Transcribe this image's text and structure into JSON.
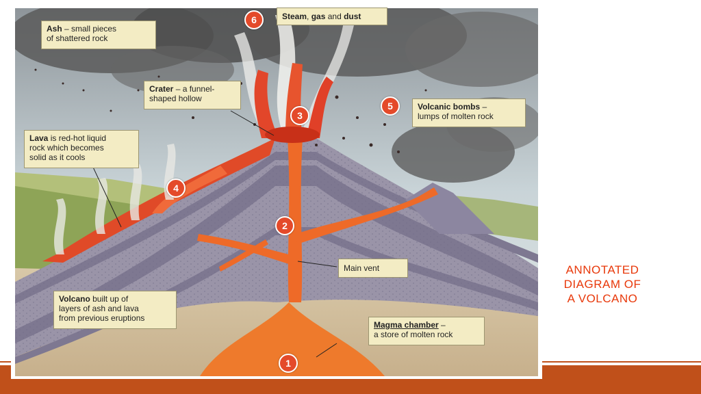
{
  "slide": {
    "title_lines": [
      "ANNOTATED",
      "DIAGRAM OF",
      "A VOLCANO"
    ],
    "accent_color": "#c0501a",
    "title_color": "#e8380a"
  },
  "diagram": {
    "labels": {
      "ash": {
        "term": "Ash",
        "desc_1": " – small pieces",
        "desc_2": "of shattered rock"
      },
      "steam": {
        "t1": "Steam",
        "t2": ", ",
        "t3": "gas",
        "t4": " and ",
        "t5": "dust"
      },
      "crater": {
        "term": "Crater",
        "desc_1": " – a funnel-",
        "desc_2": "shaped hollow"
      },
      "bombs": {
        "term": "Volcanic bombs",
        "desc_1": " –",
        "desc_2": "lumps of molten rock"
      },
      "lava": {
        "term": "Lava",
        "desc_1": " is red-hot liquid",
        "desc_2": "rock which becomes",
        "desc_3": "solid as it cools"
      },
      "vent": {
        "text": "Main vent"
      },
      "volcano": {
        "term": "Volcano",
        "desc_1": " built up of",
        "desc_2": "layers of ash and lava",
        "desc_3": "from previous eruptions"
      },
      "magma": {
        "term": "Magma chamber",
        "desc_1": " –",
        "desc_2": "a store of molten rock"
      }
    },
    "numbers": {
      "n1": "1",
      "n2": "2",
      "n3": "3",
      "n4": "4",
      "n5": "5",
      "n6": "6"
    }
  }
}
